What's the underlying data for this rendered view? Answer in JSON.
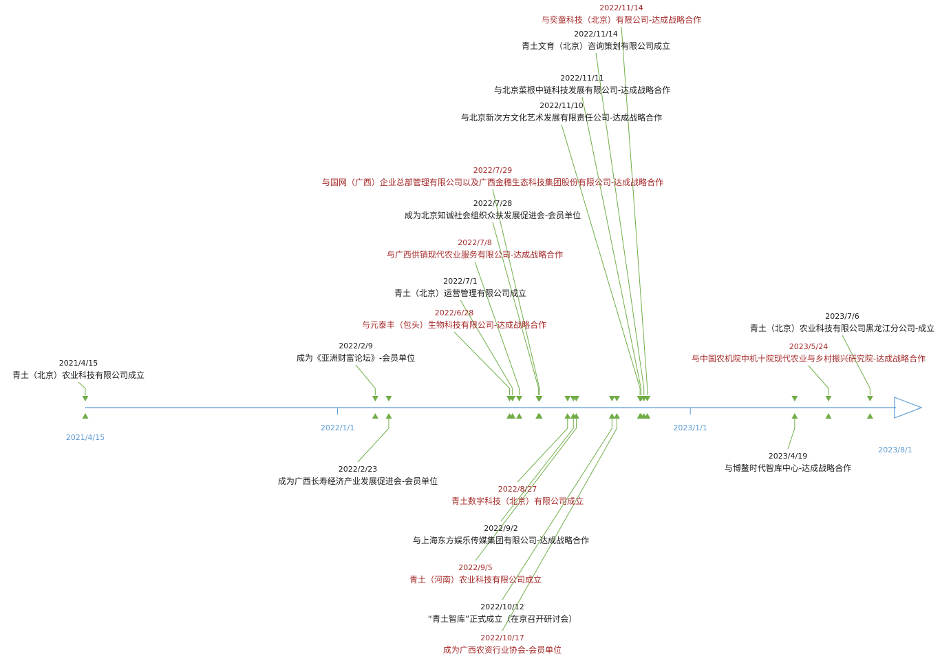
{
  "colors": {
    "axis": "#5b9bd5",
    "axis_label": "#5b9bd5",
    "marker": "#70ad47",
    "text_dark": "#1a1a1a",
    "text_red": "#a52a2a"
  },
  "axis": {
    "start": "2021/4/15",
    "end": "2023/8/1",
    "ticks": [
      "2022/1/1",
      "2023/1/1"
    ]
  },
  "events": [
    {
      "date": "2021/4/15",
      "label": "青土（北京）农业科技有限公司成立",
      "side": "above",
      "color": "dark"
    },
    {
      "date": "2022/2/9",
      "label": "成为《亚洲财富论坛》-会员单位",
      "side": "above",
      "color": "dark"
    },
    {
      "date": "2022/2/23",
      "label": "成为广西长寿经济产业发展促进会-会员单位",
      "side": "below",
      "color": "dark"
    },
    {
      "date": "2022/6/28",
      "label": "与元泰丰（包头）生物科技有限公司-达成战略合作",
      "side": "above",
      "color": "red"
    },
    {
      "date": "2022/7/1",
      "label": "青土（北京）运营管理有限公司成立",
      "side": "above",
      "color": "dark"
    },
    {
      "date": "2022/7/8",
      "label": "与广西供销现代农业服务有限公司-达成战略合作",
      "side": "above",
      "color": "red"
    },
    {
      "date": "2022/7/28",
      "label": "成为北京知诚社会组织众扶发展促进会-会员单位",
      "side": "above",
      "color": "dark"
    },
    {
      "date": "2022/7/29",
      "label": "与国网（广西）企业总部管理有限公司以及广西金穗生态科技集团股份有限公司-达成战略合作",
      "side": "above",
      "color": "red"
    },
    {
      "date": "2022/8/27",
      "label": "青土数字科技（北京）有限公司成立",
      "side": "below",
      "color": "red"
    },
    {
      "date": "2022/9/2",
      "label": "与上海东方娱乐传媒集团有限公司-达成战略合作",
      "side": "below",
      "color": "dark"
    },
    {
      "date": "2022/9/5",
      "label": "青土（河南）农业科技有限公司成立",
      "side": "below",
      "color": "red"
    },
    {
      "date": "2022/10/12",
      "label": "“青土智库”正式成立（在京召开研讨会）",
      "side": "below",
      "color": "dark"
    },
    {
      "date": "2022/10/17",
      "label": "成为广西农资行业协会-会员单位",
      "side": "below",
      "color": "red"
    },
    {
      "date": "2022/11/10",
      "label": "与北京新次方文化艺术发展有限责任公司-达成战略合作",
      "side": "above",
      "color": "dark"
    },
    {
      "date": "2022/11/11",
      "label": "与北京菜根中链科技发展有限公司-达成战略合作",
      "side": "above",
      "color": "dark"
    },
    {
      "date": "2022/11/14",
      "label": "青土文育（北京）咨询策划有限公司成立",
      "side": "above",
      "color": "dark"
    },
    {
      "date": "2022/11/14",
      "label": "与奕童科技（北京）有限公司-达成战略合作",
      "side": "above",
      "color": "red"
    },
    {
      "date": "2023/4/19",
      "label": "与博鳌时代智库中心-达成战略合作",
      "side": "below",
      "color": "dark"
    },
    {
      "date": "2023/5/24",
      "label": "与中国农机院中机十院现代农业与乡村振兴研究院-达成战略合作",
      "side": "above",
      "color": "red"
    },
    {
      "date": "2023/7/6",
      "label": "青土（北京）农业科技有限公司黑龙江分公司-成立",
      "side": "above",
      "color": "dark"
    }
  ]
}
